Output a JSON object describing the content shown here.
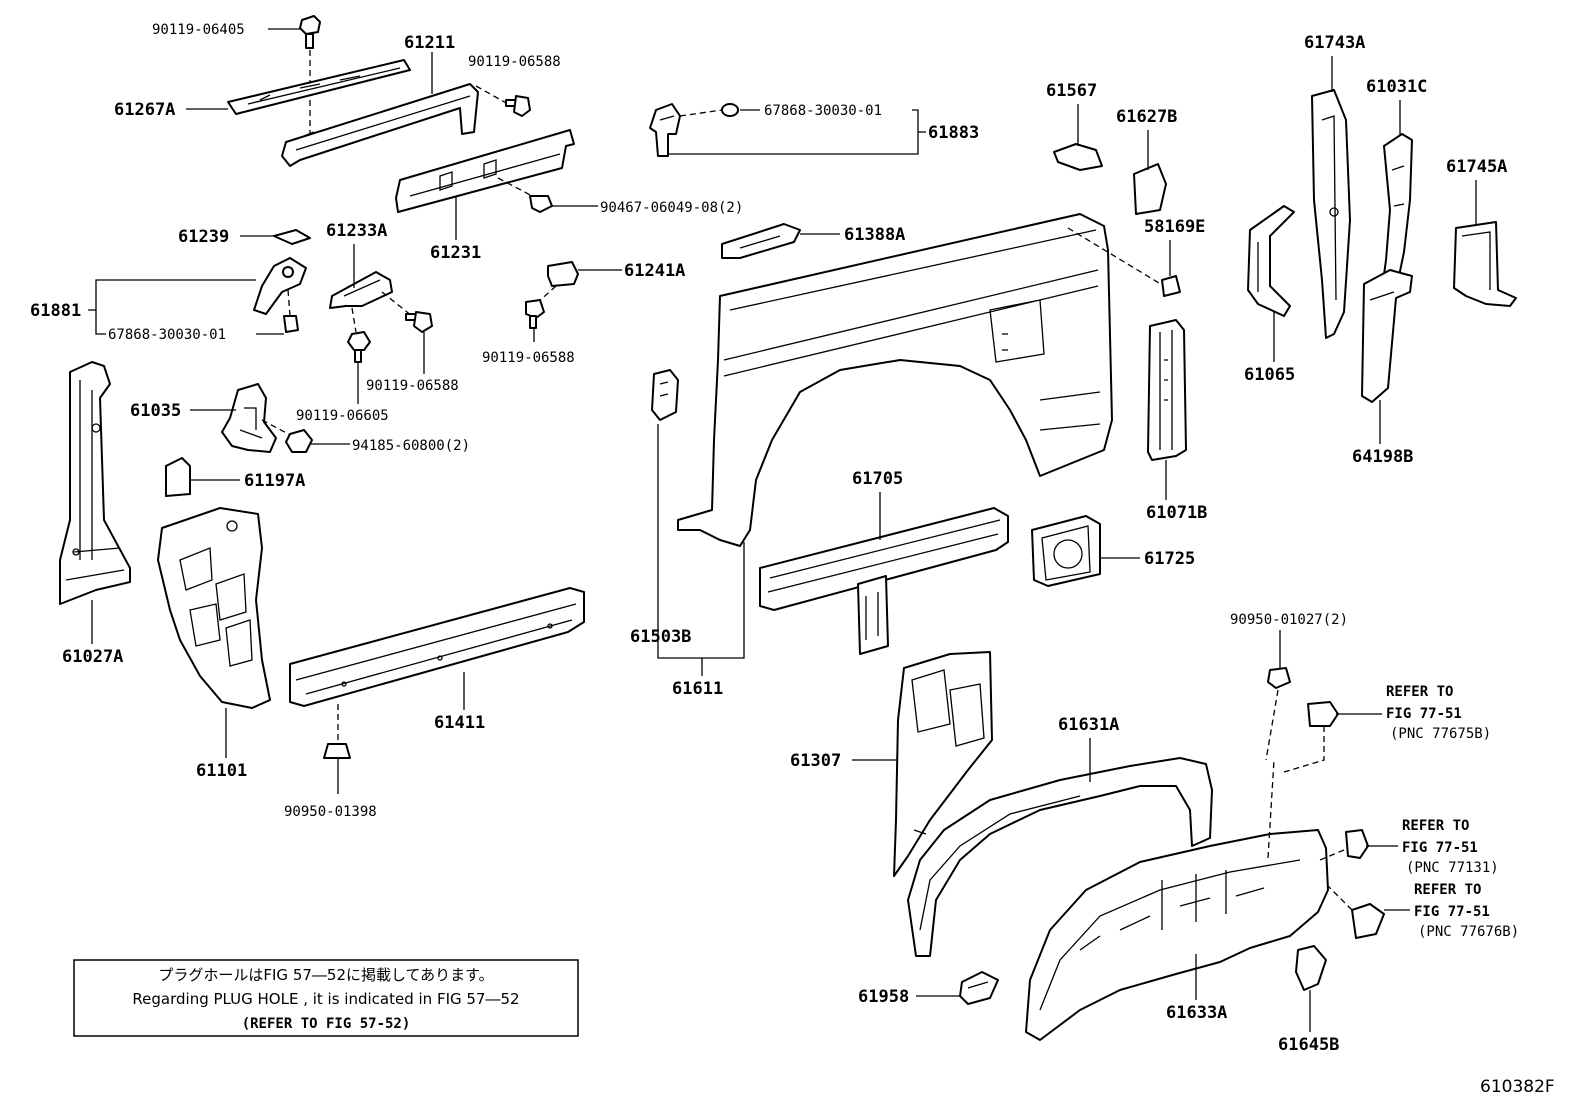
{
  "labels": {
    "p90119_06405": "90119-06405",
    "p61211": "61211",
    "p90119_06588_a": "90119-06588",
    "p61267A": "61267A",
    "p67868_30030_01_a": "67868-30030-01",
    "p61883": "61883",
    "p61567": "61567",
    "p61627B": "61627B",
    "p61743A": "61743A",
    "p61031C": "61031C",
    "p61745A": "61745A",
    "p90467": "90467-06049-08(2)",
    "p61239": "61239",
    "p61233A": "61233A",
    "p61231": "61231",
    "p61388A": "61388A",
    "p58169E": "58169E",
    "p61241A": "61241A",
    "p61881": "61881",
    "p67868_30030_01_b": "67868-30030-01",
    "p90119_06588_b": "90119-06588",
    "p90119_06588_c": "90119-06588",
    "p61065": "61065",
    "p90119_06605": "90119-06605",
    "p61035": "61035",
    "p94185": "94185-60800(2)",
    "p64198B": "64198B",
    "p61197A": "61197A",
    "p61705": "61705",
    "p61071B": "61071B",
    "p61725": "61725",
    "p61027A": "61027A",
    "p61503B": "61503B",
    "p61611": "61611",
    "p90950_01027": "90950-01027(2)",
    "p61411": "61411",
    "p61101": "61101",
    "p61631A": "61631A",
    "p61307": "61307",
    "p90950_01398": "90950-01398",
    "p61958": "61958",
    "p61633A": "61633A",
    "p61645B": "61645B"
  },
  "refs": [
    {
      "line1": "REFER TO",
      "line2": "FIG 77-51",
      "line3": "(PNC 77675B)"
    },
    {
      "line1": "REFER TO",
      "line2": "FIG 77-51",
      "line3": "(PNC 77131)"
    },
    {
      "line1": "REFER TO",
      "line2": "FIG 77-51",
      "line3": "(PNC 77676B)"
    }
  ],
  "note": {
    "japanese": "プラグホールはFIG 57―52に掲載してあります。",
    "english": "Regarding  PLUG  HOLE , it is indicated in FIG  57―52",
    "refer": "(REFER TO FIG 57-52)"
  },
  "figure_code": "610382F"
}
